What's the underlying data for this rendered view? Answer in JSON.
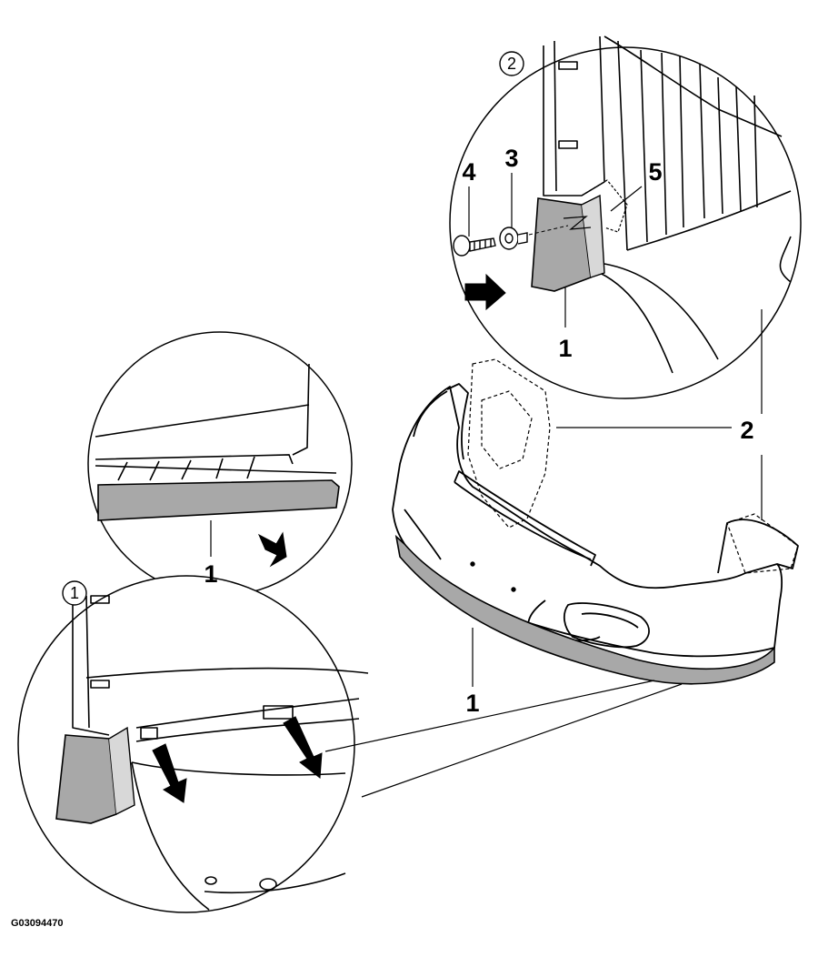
{
  "figure_id": "G03094470",
  "detail_markers": {
    "detail_1": "1",
    "detail_2": "2"
  },
  "callouts": {
    "main_lip_spoiler": "1",
    "main_wheel_arch_liner": "2",
    "detail2_bracket": "1",
    "detail2_screw": "4",
    "detail2_clip_nut": "3",
    "detail2_wheel_arch_tab": "5",
    "detail3_spoiler_edge": "1"
  },
  "colors": {
    "line": "#000000",
    "part_highlight": "#a8a8a8",
    "background": "#ffffff"
  },
  "icons": {
    "direction_arrow": "direction-arrow-icon",
    "screw": "screw-icon",
    "clip_nut": "clip-nut-icon"
  }
}
